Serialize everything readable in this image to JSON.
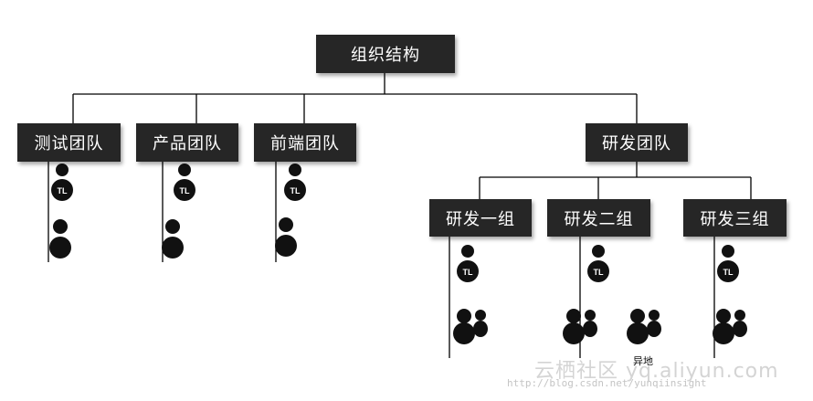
{
  "root": {
    "label": "组织结构"
  },
  "teams": [
    {
      "label": "测试团队"
    },
    {
      "label": "产品团队"
    },
    {
      "label": "前端团队"
    },
    {
      "label": "研发团队"
    }
  ],
  "rd_groups": [
    {
      "label": "研发一组"
    },
    {
      "label": "研发二组"
    },
    {
      "label": "研发三组",
      "remote_label": "异地"
    }
  ],
  "icons": {
    "leader_badge": "TL",
    "leader": "team-leader-icon",
    "member": "person-icon",
    "members": "people-group-icon"
  },
  "watermark": {
    "site": "云栖社区 yq.aliyun.com",
    "url": "http://blog.csdn.net/yunqiinsight"
  },
  "colors": {
    "node_fill": "#262626",
    "node_text": "#ffffff",
    "line": "#000000",
    "icon": "#111111"
  }
}
